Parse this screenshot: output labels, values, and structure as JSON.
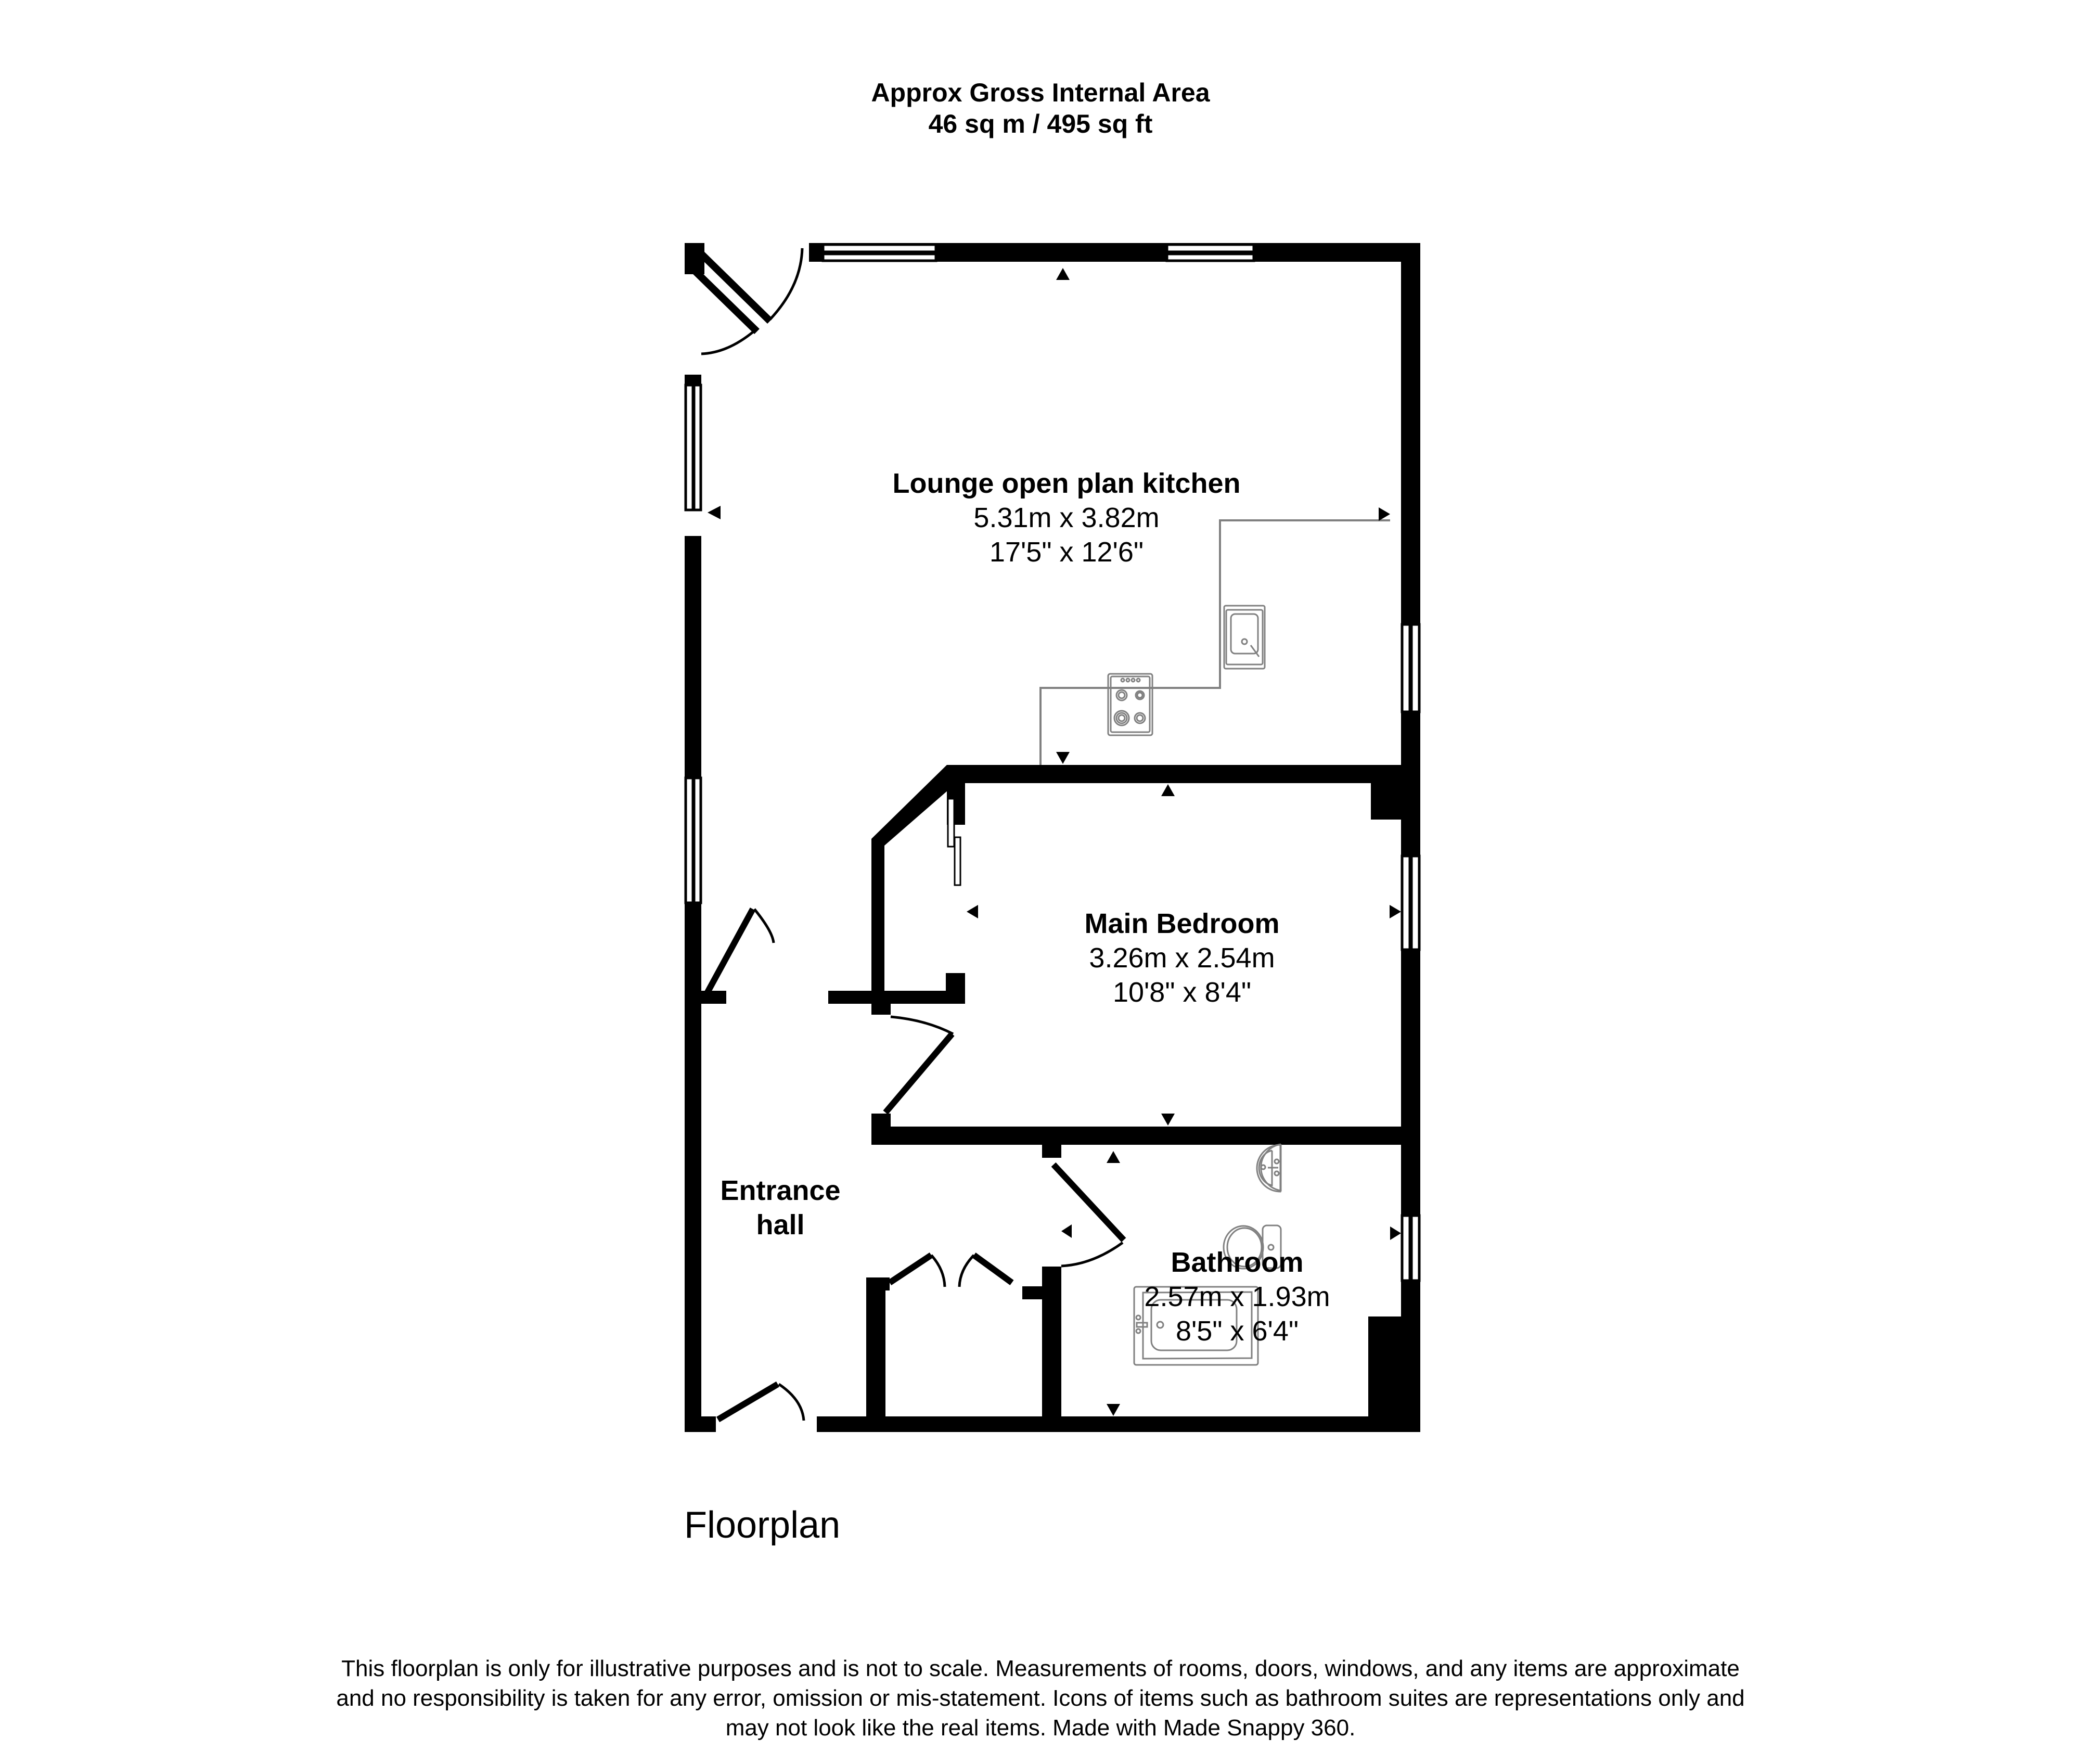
{
  "header": {
    "title": "Approx Gross Internal Area",
    "area": "46 sq m / 495 sq ft"
  },
  "rooms": [
    {
      "name": "Lounge open plan kitchen",
      "metric": "5.31m x 3.82m",
      "imperial": "17'5\" x 12'6\""
    },
    {
      "name": "Main Bedroom",
      "metric": "3.26m x 2.54m",
      "imperial": "10'8\" x 8'4\""
    },
    {
      "name": "Bathroom",
      "metric": "2.57m x 1.93m",
      "imperial": "8'5\" x 6'4\""
    },
    {
      "name_line1": "Entrance",
      "name_line2": "hall"
    }
  ],
  "fixtures": [
    "sink",
    "hob",
    "washbasin",
    "toilet",
    "bath"
  ],
  "floor_label": "Floorplan",
  "disclaimer": {
    "line1": "This floorplan is only for illustrative purposes and is not to scale. Measurements of rooms, doors, windows, and any items are approximate",
    "line2": "and no responsibility is taken for any error, omission or mis-statement. Icons of items such as bathroom suites are representations only and",
    "line3": "may not look like the real items. Made with Made Snappy 360."
  },
  "colors": {
    "wall": "#000000",
    "fixture": "#808080",
    "background": "#ffffff"
  }
}
